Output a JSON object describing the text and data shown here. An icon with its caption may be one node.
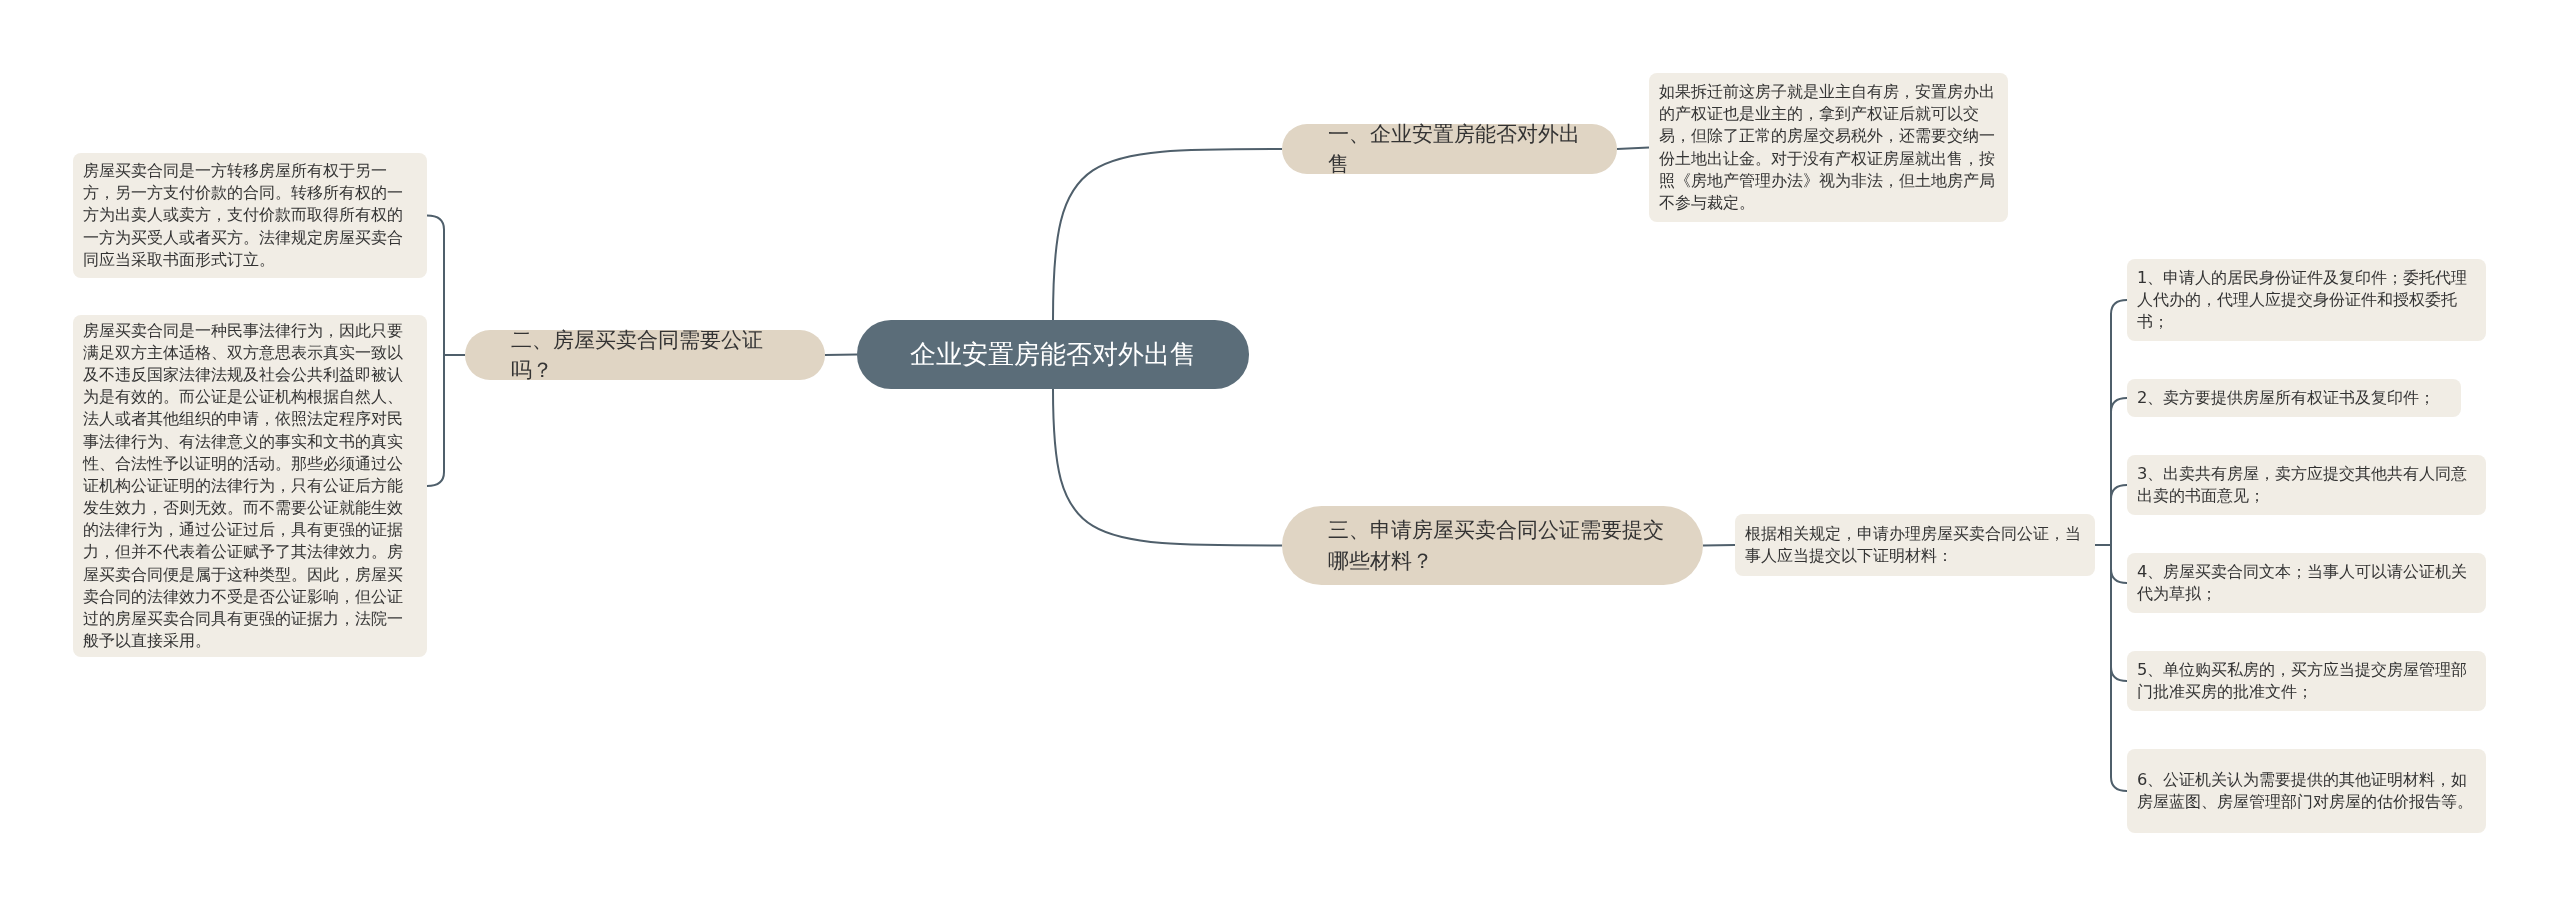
{
  "diagram": {
    "nodes": [
      {
        "text": [
          "企业安置房能否对外出售"
        ]
      },
      {
        "text": [
          "一、企业安置房能否对外出售"
        ]
      },
      {
        "text": [
          "如果拆迁前这房子就是业主自有房，安置房办出的产权证也是业主的，拿到产权证后就可以交易，但除了正常的房屋交易税外，还需要交纳一份土地出让金。对于没有产权证房屋就出售，按照《房地产管理办法》视为非法，但土地房产局不参与裁定。"
        ]
      },
      {
        "text": [
          "二、房屋买卖合同需要公证吗？"
        ]
      },
      {
        "text": [
          "房屋买卖合同是一方转移房屋所有权于另一方，另一方支付价款的合同。转移所有权的一方为出卖人或卖方，支付价款而取得所有权的一方为买受人或者买方。法律规定房屋买卖合同应当采取书面形式订立。"
        ]
      },
      {
        "text": [
          "房屋买卖合同是一种民事法律行为，因此只要满足双方主体适格、双方意思表示真实一致以及不违反国家法律法规及社会公共利益即被认为是有效的。而公证是公证机构根据自然人、法人或者其他组织的申请，依照法定程序对民事法律行为、有法律意义的事实和文书的真实性、合法性予以证明的活动。那些必须通过公证机构公证证明的法律行为，只有公证后方能发生效力，否则无效。而不需要公证就能生效的法律行为，通过公证过后，具有更强的证据力，但并不代表着公证赋予了其法律效力。房屋买卖合同便是属于这种类型。因此，房屋买卖合同的法律效力不受是否公证影响，但公证过的房屋买卖合同具有更强的证据力，法院一般予以直接采用。"
        ]
      },
      {
        "text": [
          "三、申请房屋买卖合同公证需要提交哪些材料？"
        ]
      },
      {
        "text": [
          "根据相关规定，申请办理房屋买卖合同公证，当事人应当提交以下证明材料："
        ]
      },
      {
        "text": [
          "1、申请人的居民身份证件及复印件；委托代理人代办的，代理人应提交身份证件和授权委托书；"
        ]
      },
      {
        "text": [
          "2、卖方要提供房屋所有权证书及复印件；"
        ]
      },
      {
        "text": [
          "3、出卖共有房屋，卖方应提交其他共有人同意出卖的书面意见；"
        ]
      },
      {
        "text": [
          "4、房屋买卖合同文本；当事人可以请公证机关代为草拟；"
        ]
      },
      {
        "text": [
          "5、单位购买私房的，买方应当提交房屋管理部门批准买房的批准文件；"
        ]
      },
      {
        "text": [
          "6、公证机关认为需要提供的其他证明材料，如房屋蓝图、房屋管理部门对房屋的估价报告等。"
        ]
      }
    ],
    "edges": [
      {
        "from": 0,
        "to": 1,
        "arrow": "none"
      },
      {
        "from": 1,
        "to": 2,
        "arrow": "none"
      },
      {
        "from": 0,
        "to": 3,
        "arrow": "none"
      },
      {
        "from": 3,
        "to": 4,
        "arrow": "none"
      },
      {
        "from": 3,
        "to": 5,
        "arrow": "none"
      },
      {
        "from": 0,
        "to": 6,
        "arrow": "none"
      },
      {
        "from": 6,
        "to": 7,
        "arrow": "none"
      },
      {
        "from": 7,
        "to": 8,
        "arrow": "none"
      },
      {
        "from": 7,
        "to": 9,
        "arrow": "none"
      },
      {
        "from": 7,
        "to": 10,
        "arrow": "none"
      },
      {
        "from": 7,
        "to": 11,
        "arrow": "none"
      },
      {
        "from": 7,
        "to": 12,
        "arrow": "none"
      },
      {
        "from": 7,
        "to": 13,
        "arrow": "none"
      }
    ]
  }
}
